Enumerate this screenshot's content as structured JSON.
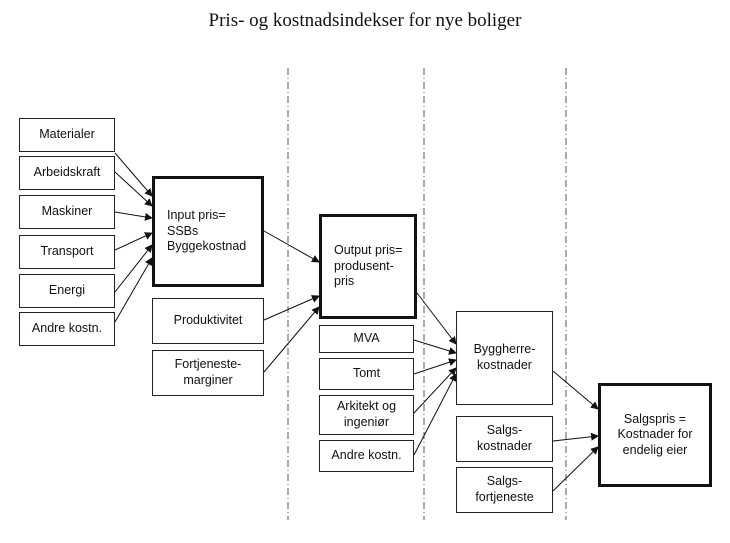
{
  "title": "Pris- og kostnadsindekser for nye boliger",
  "inputs": [
    "Materialer",
    "Arbeidskraft",
    "Maskiner",
    "Transport",
    "Energi",
    "Andre kostn."
  ],
  "input_price": "Input pris=\nSSBs\nByggekostnad",
  "productivity": "Produktivitet",
  "profit_margins": "Fortjeneste-\nmarginer",
  "output_price": "Output pris=\nprodusent-\npris",
  "mva": "MVA",
  "tomt": "Tomt",
  "architect": "Arkitekt og\ningeniør",
  "other_costs": "Andre kostn.",
  "builder_costs": "Byggherre-\nkostnader",
  "sales_costs": "Salgs-\nkostnader",
  "sales_profit": "Salgs-\nfortjeneste",
  "sales_price": "Salgspris =\nKostnader for\nendelig eier"
}
